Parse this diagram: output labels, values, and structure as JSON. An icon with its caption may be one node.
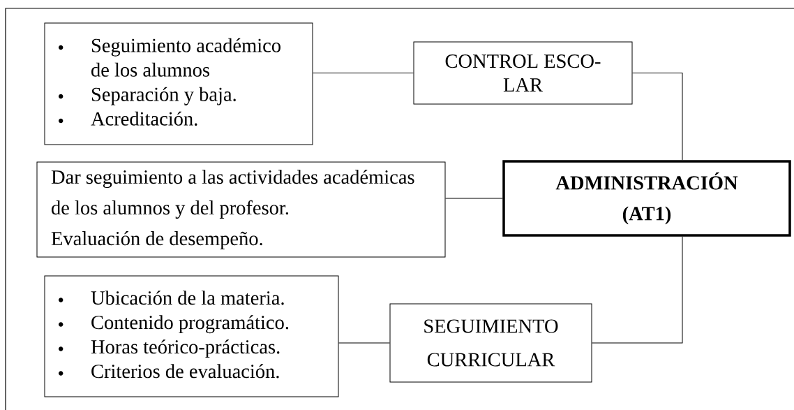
{
  "diagram": {
    "nodes": [
      {
        "text": [
          "Seguimiento académico de los alumnos",
          "Separación y baja.",
          "Acreditación."
        ]
      },
      {
        "text": [
          "CONTROL ESCO- LAR"
        ]
      },
      {
        "text": [
          "ADMINISTRACIÓN (AT1)"
        ]
      },
      {
        "text": [
          "Dar seguimiento a las actividades académicas de los alumnos y del profesor.",
          "Evaluación de desempeño."
        ]
      },
      {
        "text": [
          "Ubicación de la materia.",
          "Contenido programático.",
          "Horas teórico-prácticas.",
          "Criterios de evaluación."
        ]
      },
      {
        "text": [
          "SEGUIMIENTO CURRICULAR"
        ]
      }
    ],
    "edges": [
      {
        "from": 0,
        "to": 1,
        "arrow": "none"
      },
      {
        "from": 1,
        "to": 2,
        "arrow": "none"
      },
      {
        "from": 3,
        "to": 2,
        "arrow": "none"
      },
      {
        "from": 2,
        "to": 5,
        "arrow": "none"
      },
      {
        "from": 4,
        "to": 5,
        "arrow": "none"
      }
    ]
  }
}
